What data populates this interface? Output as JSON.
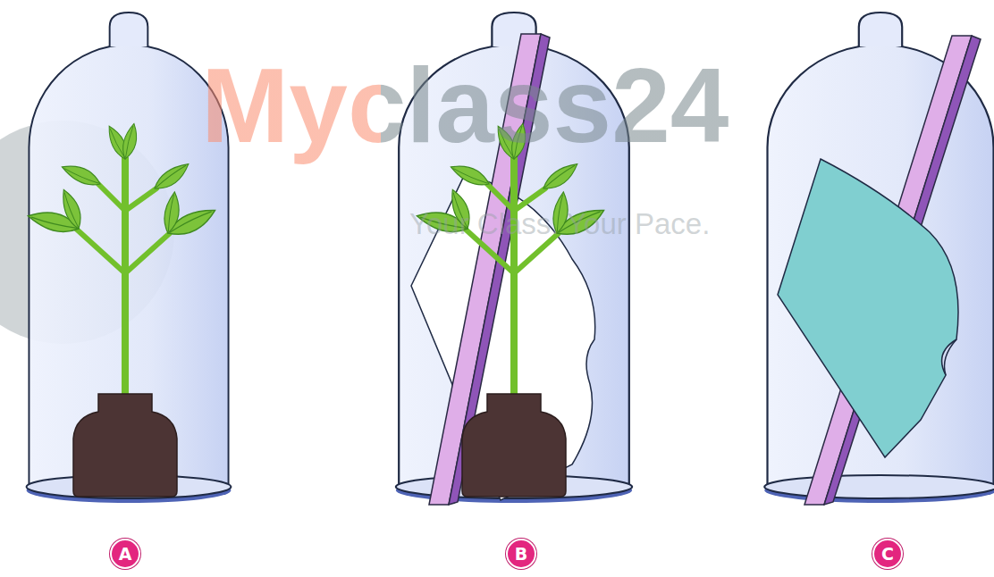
{
  "diagram": {
    "nodes": [
      {
        "text": [
          "A"
        ]
      },
      {
        "text": [
          "B"
        ]
      },
      {
        "text": [
          "C"
        ]
      }
    ],
    "labels": [
      "Myclass24",
      "Your Class. Your Pace."
    ]
  }
}
